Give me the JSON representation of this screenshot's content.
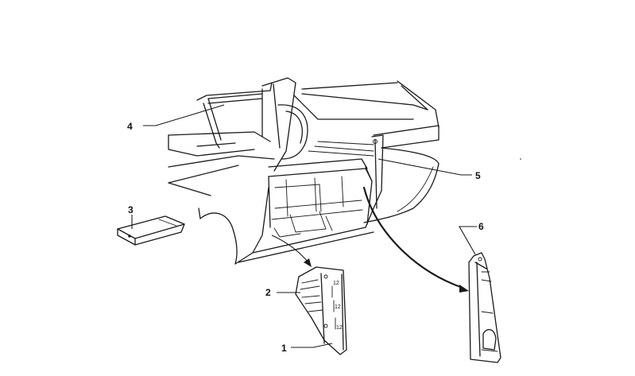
{
  "callouts": [
    {
      "id": "1",
      "label": "1"
    },
    {
      "id": "2",
      "label": "2"
    },
    {
      "id": "3",
      "label": "3"
    },
    {
      "id": "4",
      "label": "4"
    },
    {
      "id": "5",
      "label": "5"
    },
    {
      "id": "6",
      "label": "6"
    }
  ],
  "part_marks": [
    "12",
    "12",
    "12"
  ]
}
